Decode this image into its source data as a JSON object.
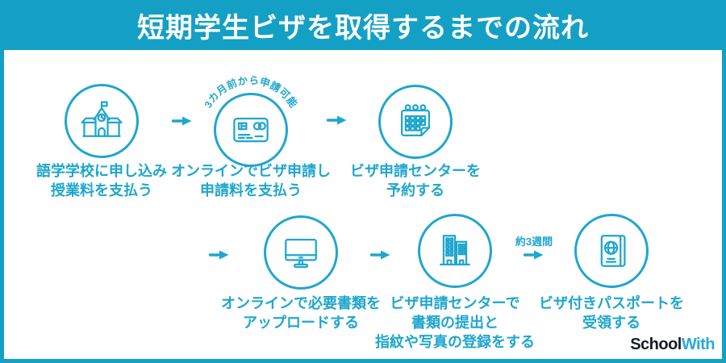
{
  "header": {
    "title": "短期学生ビザを取得するまでの流れ"
  },
  "colors": {
    "accent": "#1fa6ce",
    "header_bg": "#14a0c5",
    "frame": "#14a0c5",
    "background": "#ffffff",
    "logo_dark": "#171c23",
    "logo_accent": "#2aa9dd"
  },
  "steps": [
    {
      "icon": "school-icon",
      "lines": [
        "語学学校に申し込み",
        "授業料を支払う"
      ]
    },
    {
      "icon": "credit-card-icon",
      "arc_note": "3カ月前から申請可能",
      "lines": [
        "オンラインでビザ申請し",
        "申請料を支払う"
      ]
    },
    {
      "icon": "calendar-icon",
      "lines": [
        "ビザ申請センターを",
        "予約する"
      ]
    },
    {
      "icon": "monitor-icon",
      "lines": [
        "オンラインで必要書類を",
        "アップロードする"
      ]
    },
    {
      "icon": "office-building-icon",
      "lines": [
        "ビザ申請センターで",
        "書類の提出と",
        "指紋や写真の登録をする"
      ]
    },
    {
      "icon": "passport-icon",
      "lines": [
        "ビザ付きパスポートを",
        "受領する"
      ]
    }
  ],
  "annotations": {
    "processing_time": "約3週間"
  },
  "logo": {
    "part1": "School",
    "part2": "With"
  }
}
